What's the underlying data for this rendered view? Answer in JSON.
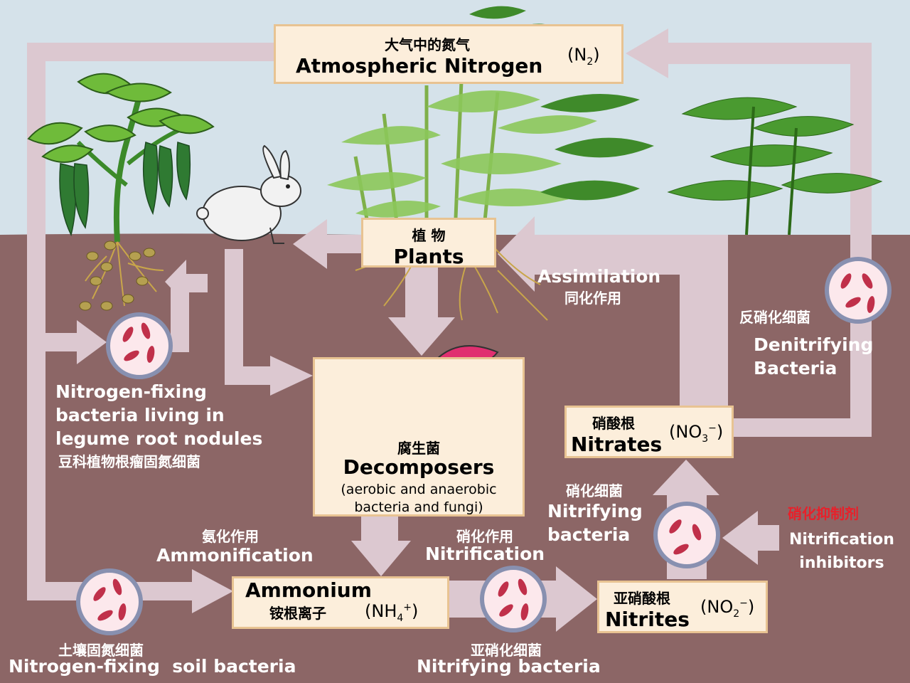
{
  "atmosphere": {
    "zh": "大气中的氮气",
    "en": "Atmospheric Nitrogen",
    "formula": "(N",
    "formula_sub": "2",
    "formula_end": ")"
  },
  "plants": {
    "zh": "植 物",
    "en": "Plants"
  },
  "decomposers": {
    "zh": "腐生菌",
    "en": "Decomposers",
    "note_line1": "(aerobic and anaerobic",
    "note_line2": "bacteria and fungi)"
  },
  "ammonium": {
    "en": "Ammonium",
    "zh": "铵根离子",
    "formula": "(NH",
    "formula_sub": "4",
    "formula_sup": "+",
    "formula_end": ")"
  },
  "nitrites": {
    "zh": "亚硝酸根",
    "en": "Nitrites",
    "formula": "(NO",
    "formula_sub": "2",
    "formula_sup": "−",
    "formula_end": ")"
  },
  "nitrates": {
    "zh": "硝酸根",
    "en": "Nitrates",
    "formula": "(NO",
    "formula_sub": "3",
    "formula_sup": "−",
    "formula_end": ")"
  },
  "labels": {
    "assimilation_en": "Assimilation",
    "assimilation_zh": "同化作用",
    "denitrifying_zh": "反硝化细菌",
    "denitrifying_en1": "Denitrifying",
    "denitrifying_en2": "Bacteria",
    "legume_en1": "Nitrogen-fixing",
    "legume_en2": "bacteria living in",
    "legume_en3": "legume root nodules",
    "legume_zh": "豆科植物根瘤固氮细菌",
    "ammonification_zh": "氨化作用",
    "ammonification_en": "Ammonification",
    "nitrification_zh": "硝化作用",
    "nitrification_en": "Nitrification",
    "nitrifying_bact_zh": "硝化细菌",
    "nitrifying_bact_en1": "Nitrifying",
    "nitrifying_bact_en2": "bacteria",
    "inhibitor_zh": "硝化抑制剂",
    "inhibitor_en1": "Nitrification",
    "inhibitor_en2": "inhibitors",
    "soil_zh": "土壤固氮细菌",
    "soil_en": "Nitrogen-fixing  soil bacteria",
    "nitrifying_bottom_zh": "亚硝化细菌",
    "nitrifying_bottom_en": "Nitrifying bacteria"
  },
  "colors": {
    "soil": "#8c6666",
    "sky": "#d5e2ea",
    "arrow": "#dcc8d0",
    "box_fill": "#fceedb",
    "box_border": "#e8c392",
    "bacteria": "#c0304a",
    "microbe_ring": "#8890b0",
    "inhibitor_label": "#e8202a"
  },
  "icons": [
    "bean-plant",
    "rabbit",
    "grass-plants",
    "mushroom",
    "bacteria-microbe"
  ]
}
